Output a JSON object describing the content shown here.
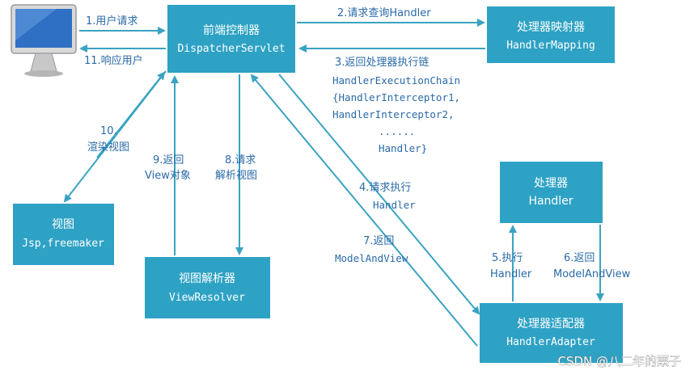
{
  "boxes": {
    "dispatcher": {
      "title": "前端控制器",
      "subtitle": "DispatcherServlet"
    },
    "mapping": {
      "title": "处理器映射器",
      "subtitle": "HandlerMapping"
    },
    "view": {
      "title": "视图",
      "subtitle": "Jsp,freemaker"
    },
    "resolver": {
      "title": "视图解析器",
      "subtitle": "ViewResolver"
    },
    "handler": {
      "title": "处理器",
      "subtitle": "Handler"
    },
    "adapter": {
      "title": "处理器适配器",
      "subtitle": "HandlerAdapter"
    }
  },
  "labels": {
    "step1": "1.用户请求",
    "step11": "11.响应用户",
    "step2": "2.请求查询Handler",
    "step3": [
      "3.返回处理器执行链",
      "HandlerExecutionChain",
      "{HandlerInterceptor1,",
      "HandlerInterceptor2,",
      "......",
      "Handler}"
    ],
    "step4": [
      "4.请求执行",
      "Handler"
    ],
    "step7": [
      "7.返回",
      "ModelAndView"
    ],
    "step5": [
      "5.执行",
      "Handler"
    ],
    "step6": [
      "6.返回",
      "ModelAndView"
    ],
    "step8": [
      "8.请求",
      "解析视图"
    ],
    "step9": [
      "9.返回",
      "View对象"
    ],
    "step10": [
      "10.",
      "渲染视图"
    ]
  },
  "watermark": "CSDN @八二年的栗子",
  "colors": {
    "box": "#2ea2c4",
    "arrow": "#3aa3c2",
    "label": "#2a6aa8"
  },
  "icons": {
    "client": "computer-monitor-icon"
  }
}
